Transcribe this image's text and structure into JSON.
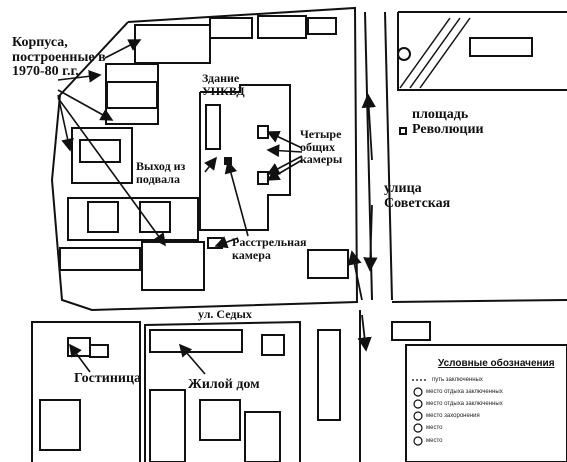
{
  "labels": {
    "buildings_built": "Корпуса, построенные в 1970-80 г.г.",
    "nkvd_building": "Здание УНКВД",
    "four_cells": "Четыре общих камеры",
    "basement_exit": "Выход из подвала",
    "execution_cell": "Расстрельная камера",
    "square": "площадь Революции",
    "sovetskaya_street": "улица Советская",
    "sedykh_street": "ул. Седых",
    "hotel": "Гостиница",
    "residential": "Жилой дом"
  },
  "legend": {
    "title": "Условные обозначения",
    "items": [
      "путь заключенных",
      "место отдыха заключенных",
      "место отдыха заключенных",
      "место захоронения",
      "место",
      "место"
    ]
  },
  "colors": {
    "ink": "#111111",
    "paper": "#ffffff"
  }
}
